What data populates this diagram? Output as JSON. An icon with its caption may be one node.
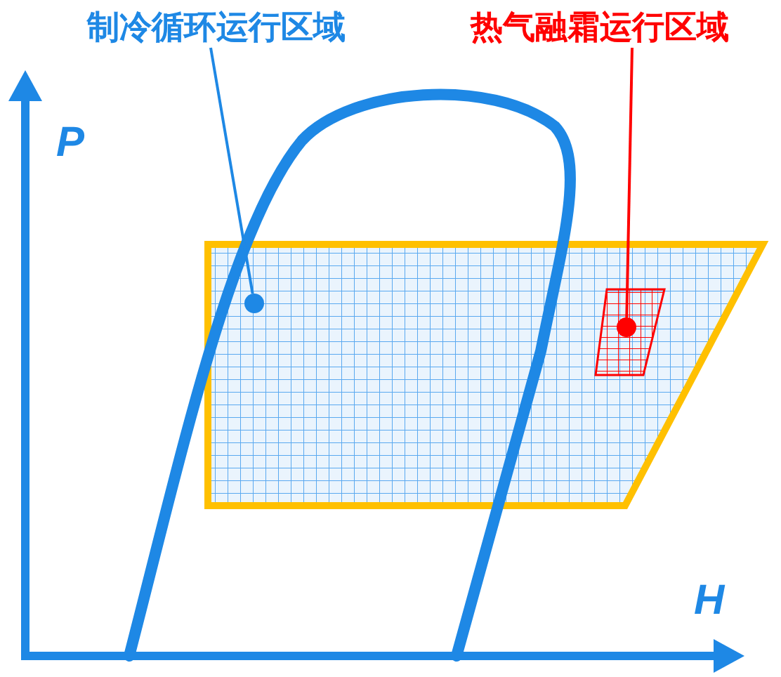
{
  "diagram": {
    "nodes": [
      {
        "text": [
          "制冷循环运行区域"
        ]
      },
      {
        "text": [
          "热气融霜运行区域"
        ]
      },
      {
        "text": [],
        "shape": "circle"
      },
      {
        "text": [],
        "shape": "circle"
      }
    ],
    "edges": [
      {
        "from": 0,
        "to": 2,
        "arrow": "none",
        "color": "#1e88e5"
      },
      {
        "from": 1,
        "to": 3,
        "arrow": "none",
        "color": "#ff0000"
      }
    ],
    "labels": [
      "P",
      "H"
    ]
  }
}
